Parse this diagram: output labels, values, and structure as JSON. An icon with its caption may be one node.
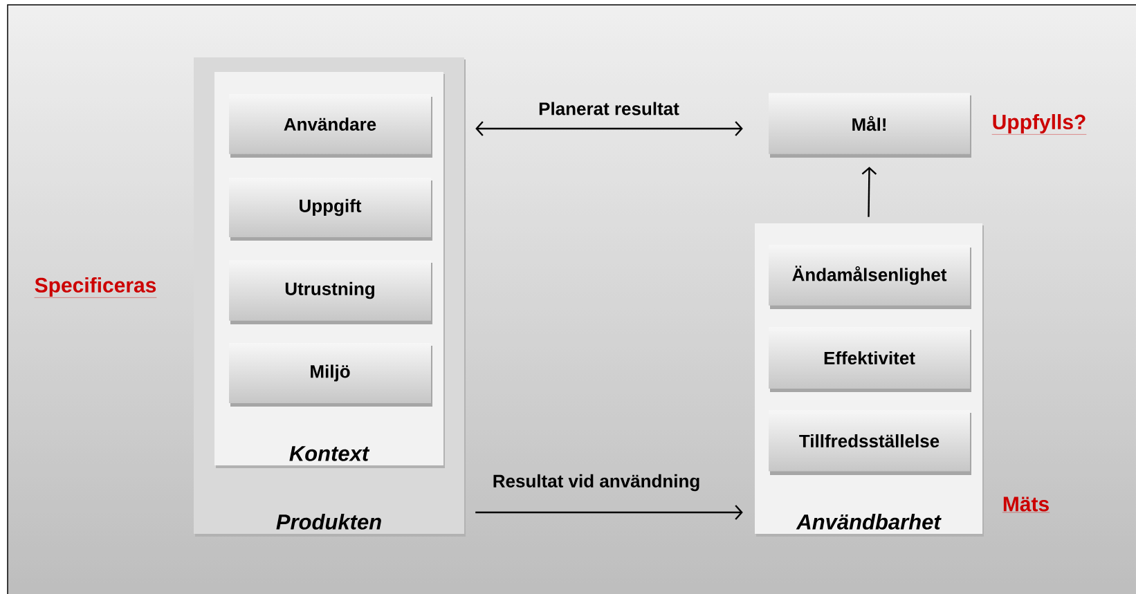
{
  "diagram": {
    "nodes": [
      {
        "text": [
          "Produkten"
        ]
      },
      {
        "text": [
          "Kontext"
        ],
        "in": 0
      },
      {
        "text": [
          "Användare"
        ],
        "in": 1
      },
      {
        "text": [
          "Uppgift"
        ],
        "in": 1
      },
      {
        "text": [
          "Utrustning"
        ],
        "in": 1
      },
      {
        "text": [
          "Miljö"
        ],
        "in": 1
      },
      {
        "text": [
          "Mål!"
        ]
      },
      {
        "text": [
          "Användbarhet"
        ]
      },
      {
        "text": [
          "Ändamålsenlighet"
        ],
        "in": 7
      },
      {
        "text": [
          "Effektivitet"
        ],
        "in": 7
      },
      {
        "text": [
          "Tillfredsställelse"
        ],
        "in": 7
      }
    ],
    "edges": [
      {
        "from": 0,
        "to": 6,
        "arrow": "both",
        "label": "Planerat resultat"
      },
      {
        "from": 7,
        "to": 6,
        "arrow": "to"
      },
      {
        "from": 0,
        "to": 7,
        "arrow": "to",
        "label": "Resultat vid användning"
      }
    ],
    "labels": [
      "Uppfylls?",
      "Specificeras",
      "Mäts"
    ]
  }
}
